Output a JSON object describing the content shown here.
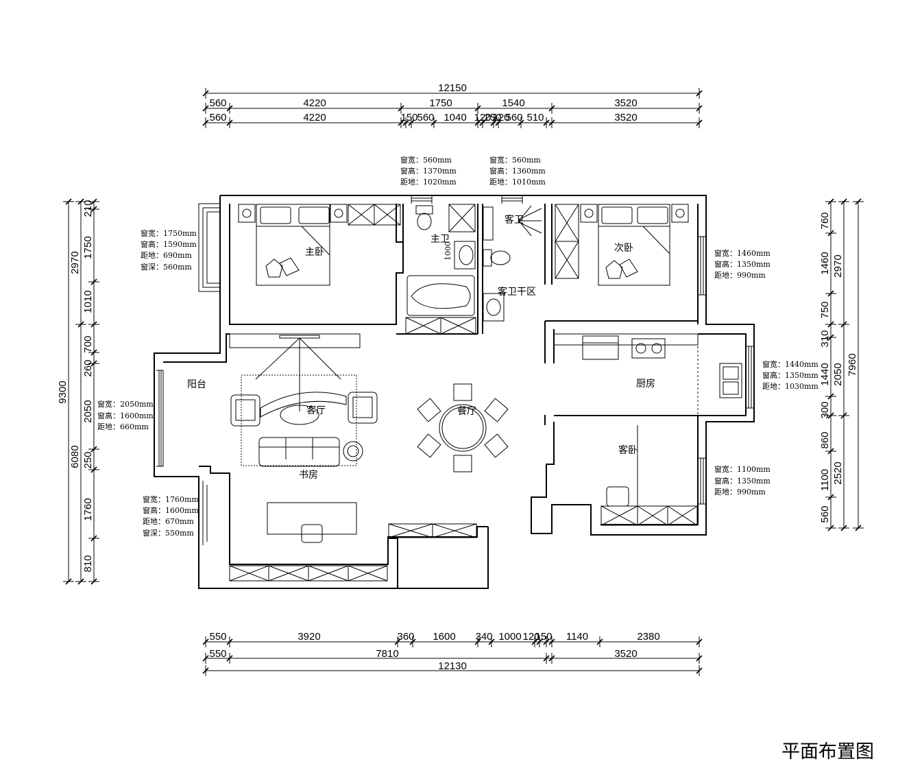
{
  "title": "平面布置图",
  "top_dims": {
    "overall": "12150",
    "row1": [
      "560",
      "4220",
      "1750",
      "1540",
      "3520"
    ],
    "row2": [
      "560",
      "4220",
      "150",
      "560",
      "1040",
      "120",
      "250",
      "120",
      "560",
      "510",
      "3520"
    ]
  },
  "bottom_dims": {
    "row1": [
      "550",
      "3920",
      "360",
      "1600",
      "340",
      "1000",
      "120",
      "150",
      "1140",
      "2380"
    ],
    "row2": [
      "550",
      "7810",
      "3520"
    ],
    "overall": "12130"
  },
  "left_dims": {
    "overall": "9300",
    "mid": [
      "2970",
      "6080"
    ],
    "inner": [
      "210",
      "1750",
      "1010",
      "700",
      "260",
      "2050",
      "250",
      "1760",
      "810"
    ]
  },
  "right_dims": {
    "overall": "7960",
    "mid": [
      "2970",
      "2050",
      "2520"
    ],
    "inner": [
      "760",
      "1460",
      "750",
      "310",
      "1440",
      "300",
      "860",
      "1100",
      "560"
    ]
  },
  "rooms": {
    "master_bedroom": "主卧",
    "master_bath": "主卫",
    "guest_bath": "客卫",
    "guest_bath_dry": "客卫干区",
    "second_bedroom": "次卧",
    "balcony": "阳台",
    "living_room": "客厅",
    "dining_room": "餐厅",
    "kitchen": "厨房",
    "study": "书房",
    "guest_bedroom": "客卧"
  },
  "fixture_labels": {
    "bath_width": "1000"
  },
  "window_notes": [
    {
      "lines": [
        "窗宽：560mm",
        "窗高：1370mm",
        "距地：1020mm"
      ]
    },
    {
      "lines": [
        "窗宽：560mm",
        "窗高：1360mm",
        "距地：1010mm"
      ]
    },
    {
      "lines": [
        "窗宽：1750mm",
        "窗高：1590mm",
        "距地：690mm",
        "窗深：560mm"
      ]
    },
    {
      "lines": [
        "窗宽：1460mm",
        "窗高：1350mm",
        "距地：990mm"
      ]
    },
    {
      "lines": [
        "窗宽：1440mm",
        "窗高：1350mm",
        "距地：1030mm"
      ]
    },
    {
      "lines": [
        "窗宽：2050mm",
        "窗高：1600mm",
        "距地：660mm"
      ]
    },
    {
      "lines": [
        "窗宽：1100mm",
        "窗高：1350mm",
        "距地：990mm"
      ]
    },
    {
      "lines": [
        "窗宽：1760mm",
        "窗高：1600mm",
        "距地：670mm",
        "窗深：550mm"
      ]
    }
  ]
}
